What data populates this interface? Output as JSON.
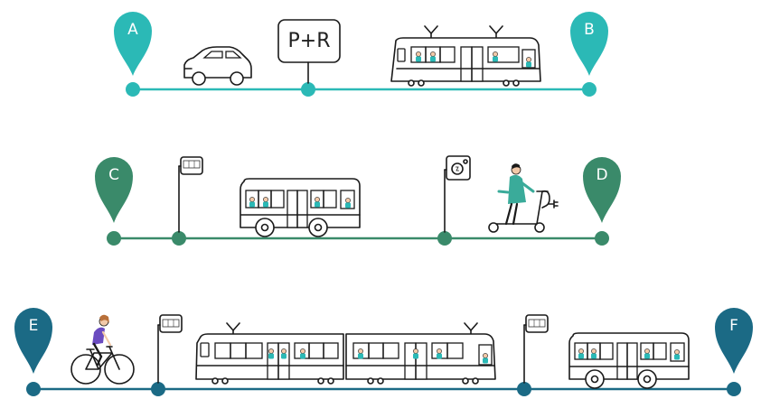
{
  "routes": [
    {
      "id": "route-1",
      "start_label": "A",
      "end_label": "B",
      "color": "#2bb9b6",
      "stop_sign": "P+R",
      "vehicles": [
        "car-icon",
        "tram-icon"
      ]
    },
    {
      "id": "route-2",
      "start_label": "C",
      "end_label": "D",
      "color": "#3a8a6a",
      "vehicles": [
        "bus-stop-icon",
        "bus-icon",
        "e-scooter-charging-icon",
        "scooter-rider-icon"
      ]
    },
    {
      "id": "route-3",
      "start_label": "E",
      "end_label": "F",
      "color": "#1b6a85",
      "vehicles": [
        "bicycle-rider-icon",
        "bus-stop-icon",
        "double-tram-icon",
        "bus-stop-icon",
        "bus-icon"
      ]
    }
  ]
}
